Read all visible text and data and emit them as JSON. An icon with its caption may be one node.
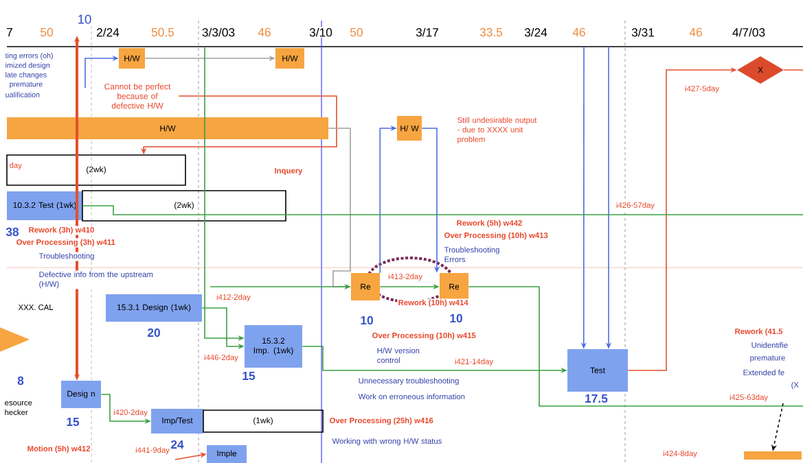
{
  "diagram": {
    "nodes": [
      {
        "text": [
          "H/W"
        ]
      },
      {
        "text": [
          "H/W"
        ]
      },
      {
        "text": [
          "H/W"
        ]
      },
      {
        "text": [
          "H/ W"
        ]
      },
      {
        "text": [
          "10.3.2 Test (1wk)"
        ],
        "beside": [
          "38"
        ]
      },
      {
        "text": [
          "(2wk)"
        ]
      },
      {
        "text": [
          "(2wk)"
        ]
      },
      {
        "text": [
          "15.3.1 Design (1wk)"
        ],
        "beside": [
          "20"
        ]
      },
      {
        "text": [
          "15.3.2 Imp. (1wk)"
        ],
        "beside": [
          "15"
        ]
      },
      {
        "text": [
          "Re"
        ],
        "beside": [
          "10"
        ]
      },
      {
        "text": [
          "Re"
        ],
        "beside": [
          "10"
        ]
      },
      {
        "text": [
          "Test"
        ],
        "beside": [
          "17.5"
        ]
      },
      {
        "text": [
          "Desig n"
        ],
        "beside": [
          "15"
        ]
      },
      {
        "text": [
          "Imp/Test"
        ],
        "beside": [
          "24"
        ]
      },
      {
        "text": [
          "(1wk)"
        ]
      },
      {
        "text": [
          "Imple"
        ]
      },
      {
        "text": [
          "X"
        ]
      },
      {
        "text": [],
        "shape": "triangle"
      },
      {
        "text": [],
        "shape": "bar"
      },
      {
        "text": [
          "Cannot be perfect because of defective H/W"
        ]
      }
    ],
    "edges": [
      {
        "from": null,
        "to": 0,
        "arrow": "to",
        "color": "#4a6ee0"
      },
      {
        "from": 0,
        "to": 1,
        "arrow": "to",
        "color": "#a0a0a0"
      },
      {
        "from": null,
        "to": 12,
        "arrow": "both",
        "style": "thick",
        "color": "#e4502e"
      },
      {
        "from": 19,
        "to": 5,
        "arrow": "to",
        "color": "#e4502e"
      },
      {
        "from": 9,
        "to": 3,
        "arrow": "to",
        "color": "#4a6ee0"
      },
      {
        "from": 3,
        "to": 10,
        "arrow": "to",
        "color": "#4a6ee0"
      },
      {
        "from": 2,
        "to": 9,
        "arrow": "to",
        "color": "#a0a0a0"
      },
      {
        "from": null,
        "to": 9,
        "arrow": "to"
      },
      {
        "from": 9,
        "to": 10,
        "arrow": "to",
        "label": "i413-2day"
      },
      {
        "from": 7,
        "to": 8,
        "arrow": "to",
        "label": "i412-2day"
      },
      {
        "from": null,
        "to": 8,
        "arrow": "to",
        "label": "i446-2day"
      },
      {
        "from": 8,
        "to": 11,
        "arrow": "to",
        "label": "i421-14day"
      },
      {
        "from": 11,
        "to": 16,
        "arrow": "to",
        "label": "i427-5day",
        "color": "#e4502e"
      },
      {
        "from": 16,
        "to": null,
        "arrow": "none",
        "color": "#e4502e"
      },
      {
        "from": 12,
        "to": 13,
        "arrow": "to",
        "label": "i420-2day"
      },
      {
        "from": null,
        "to": 15,
        "arrow": "to",
        "label": "i441-9day",
        "color": "#e4502e"
      },
      {
        "from": null,
        "to": 11,
        "arrow": "to",
        "color": "#4a6ee0"
      },
      {
        "from": null,
        "to": 11,
        "arrow": "to",
        "color": "#4a6ee0"
      },
      {
        "from": 4,
        "to": null,
        "arrow": "none",
        "label": "i426-57day"
      },
      {
        "from": 10,
        "to": null,
        "arrow": "none",
        "label": "i425-63day"
      },
      {
        "from": null,
        "to": 18,
        "arrow": "to",
        "style": "dashed",
        "color": "#000000"
      }
    ],
    "labels": [
      "7",
      "50",
      "10",
      "2/24",
      "50.5",
      "3/3/03",
      "46",
      "3/10",
      "50",
      "3/17",
      "33.5",
      "3/24",
      "46",
      "3/31",
      "46",
      "4/7/03",
      "ting errors (oh)",
      "imized design",
      "late changes",
      "premature",
      "ualification",
      "Still undesirable output - due to XXXX unit problem",
      "Inquery",
      "day",
      "Rework (3h) w410",
      "Over Processing (3h) w411",
      "Troubleshooting",
      "Defective info from the upstream (H/W)",
      "XXX. CAL",
      "8",
      "esource hecker",
      "Motion (5h) w412",
      "Rework (5h) w442",
      "Over Processing (10h) w413",
      "Troubleshooting Errors",
      "Rework (10h) w414",
      "Over Processing (10h) w415",
      "H/W version control",
      "Unnecessary troubleshooting",
      "Work on erroneous information",
      "Over Processing (25h) w416",
      "Working with wrong H/W status",
      "Rework (41.5",
      "Unidentifie",
      "premature",
      "Extended fe",
      "(X",
      "i424-8day"
    ]
  }
}
